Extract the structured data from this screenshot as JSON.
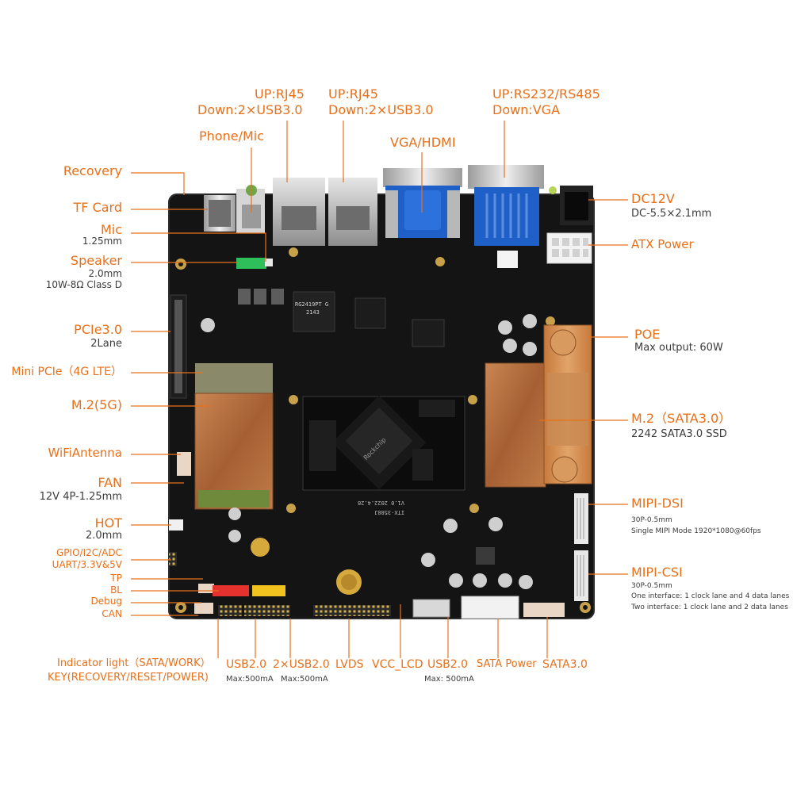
{
  "top": {
    "rj45_a": {
      "up": "UP:RJ45",
      "down": "Down:2×USB3.0"
    },
    "rj45_b": {
      "up": "UP:RJ45",
      "down": "Down:2×USB3.0"
    },
    "serial": {
      "up": "UP:RS232/RS485",
      "down": "Down:VGA"
    },
    "phone_mic": "Phone/Mic",
    "vga_hdmi": "VGA/HDMI"
  },
  "left": {
    "recovery": "Recovery",
    "tf_card": "TF Card",
    "mic": {
      "title": "Mic",
      "spec": "1.25mm"
    },
    "speaker": {
      "title": "Speaker",
      "spec1": "2.0mm",
      "spec2": "10W-8Ω Class D"
    },
    "pcie": {
      "title": "PCIe3.0",
      "spec": "2Lane"
    },
    "mini_pcie": "Mini PCIe（4G LTE）",
    "m2_5g": "M.2(5G)",
    "wifi": "WiFiAntenna",
    "fan": {
      "title": "FAN",
      "spec": "12V 4P-1.25mm"
    },
    "hot": {
      "title": "HOT",
      "spec": "2.0mm"
    },
    "gpio": {
      "line1": "GPIO/I2C/ADC",
      "line2": "UART/3.3V&5V"
    },
    "tp": "TP",
    "bl": "BL",
    "debug": "Debug",
    "can": "CAN"
  },
  "right": {
    "dc12v": {
      "title": "DC12V",
      "spec": "DC-5.5×2.1mm"
    },
    "atx": "ATX Power",
    "poe": {
      "title": "POE",
      "spec": "Max output: 60W"
    },
    "m2_sata": {
      "title": "M.2（SATA3.0）",
      "spec": "2242 SATA3.0 SSD"
    },
    "mipi_dsi": {
      "title": "MIPI-DSI",
      "spec1": "30P-0.5mm",
      "spec2": "Single MIPI Mode 1920*1080@60fps"
    },
    "mipi_csi": {
      "title": "MIPI-CSI",
      "spec1": "30P-0.5mm",
      "spec2": "One interface: 1 clock lane and 4 data lanes",
      "spec3": "Two interface: 1 clock lane and 2 data lanes"
    }
  },
  "bottom": {
    "indicator": {
      "line1": "Indicator light（SATA/WORK）",
      "line2": "KEY(RECOVERY/RESET/POWER)"
    },
    "usb2_a": {
      "title": "USB2.0",
      "spec": "Max:500mA"
    },
    "usb2_b": {
      "title": "2×USB2.0",
      "spec": "Max:500mA"
    },
    "lvds": "LVDS",
    "vcc_lcd": "VCC_LCD",
    "usb2_c": {
      "title": "USB2.0",
      "spec": "Max: 500mA"
    },
    "sata_power": "SATA Power",
    "sata3": "SATA3.0"
  },
  "silkscreen": {
    "chip1": "RG2419PT G",
    "chip1b": "2143",
    "board_name": "ITX-3588J",
    "version": "V1.0  2022.4.28",
    "core": "Rockchip"
  },
  "colors": {
    "label_orange": "#e8701a",
    "spec_gray": "#3c3c3c",
    "leader": "#e8701a",
    "board": "#141414",
    "vga_blue": "#1f5fc8",
    "copper": "#b06a3d"
  }
}
